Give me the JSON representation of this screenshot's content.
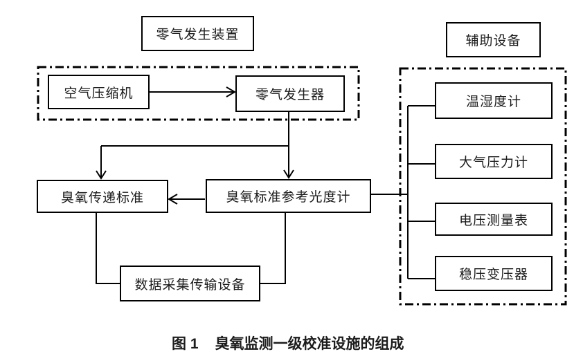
{
  "diagram": {
    "groups": {
      "zero_gas": {
        "title": "零气发生装置"
      },
      "auxiliary": {
        "title": "辅助设备"
      }
    },
    "nodes": {
      "air_compressor": {
        "label": "空气压缩机"
      },
      "zero_gas_generator": {
        "label": "零气发生器"
      },
      "ozone_transfer_standard": {
        "label": "臭氧传递标准"
      },
      "ozone_standard_reference_photometer": {
        "label": "臭氧标准参考光度计"
      },
      "data_acquisition_transmission": {
        "label": "数据采集传输设备"
      },
      "thermo_hygrometer": {
        "label": "温湿度计"
      },
      "barometer": {
        "label": "大气压力计"
      },
      "voltage_meter": {
        "label": "电压测量表"
      },
      "voltage_stabilizer": {
        "label": "稳压变压器"
      }
    },
    "edges": [
      {
        "from": "空气压缩机",
        "to": "零气发生器",
        "style": "arrow"
      },
      {
        "from": "零气发生器",
        "to": "臭氧传递标准",
        "style": "arrow"
      },
      {
        "from": "零气发生器",
        "to": "臭氧标准参考光度计",
        "style": "arrow"
      },
      {
        "from": "臭氧标准参考光度计",
        "to": "臭氧传递标准",
        "style": "arrow"
      },
      {
        "from": "臭氧标准参考光度计",
        "to": "辅助设备",
        "style": "line"
      },
      {
        "from": "臭氧传递标准",
        "to": "数据采集传输设备",
        "style": "line"
      },
      {
        "from": "臭氧标准参考光度计",
        "to": "数据采集传输设备",
        "style": "line"
      },
      {
        "from": "辅助设备",
        "to": "温湿度计",
        "style": "line"
      },
      {
        "from": "辅助设备",
        "to": "大气压力计",
        "style": "line"
      },
      {
        "from": "辅助设备",
        "to": "电压测量表",
        "style": "line"
      },
      {
        "from": "辅助设备",
        "to": "稳压变压器",
        "style": "line"
      }
    ],
    "caption": {
      "label": "图 1",
      "title": "臭氧监测一级校准设施的组成"
    }
  },
  "colors": {
    "line": "#000000",
    "node_border": "#000000",
    "text": "#1c1c1c",
    "background": "#ffffff"
  }
}
